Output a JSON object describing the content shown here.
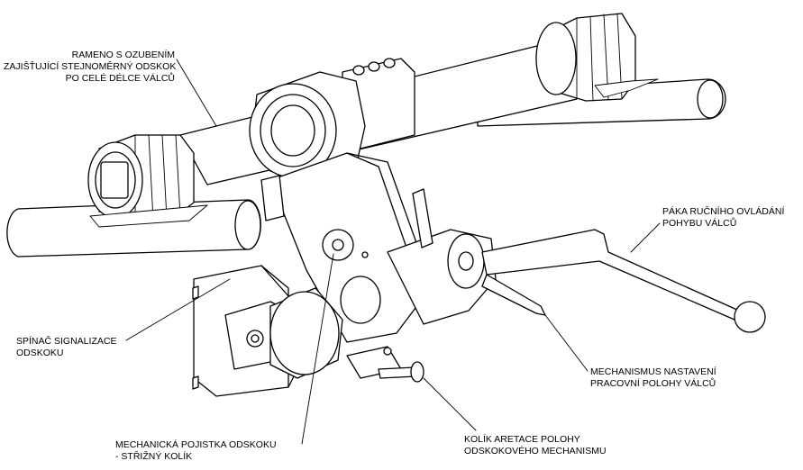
{
  "labels": {
    "rameno": [
      "RAMENO S OZUBENÍM",
      "ZAJIŠŤUJÍCÍ STEJNOMĚRNÝ ODSKOK",
      "PO CELÉ DÉLCE VÁLCŮ"
    ],
    "paka": [
      "PÁKA RUČNÍHO OVLÁDÁNÍ",
      "POHYBU VÁLCŮ"
    ],
    "spinac": [
      "SPÍNAČ SIGNALIZACE",
      "ODSKOKU"
    ],
    "mechanismus": [
      "MECHANISMUS NASTAVENÍ",
      "PRACOVNÍ POLOHY VÁLCŮ"
    ],
    "pojistka": [
      "MECHANICKÁ POJISTKA ODSKOKU",
      "- STŘIŽNÝ KOLÍK"
    ],
    "kolik": [
      "KOLÍK ARETACE POLOHY",
      "ODSKOKOVÉHO MECHANISMU"
    ]
  },
  "colors": {
    "line": "#000000",
    "fill": "#ffffff",
    "shade": "#e8e8e8"
  }
}
